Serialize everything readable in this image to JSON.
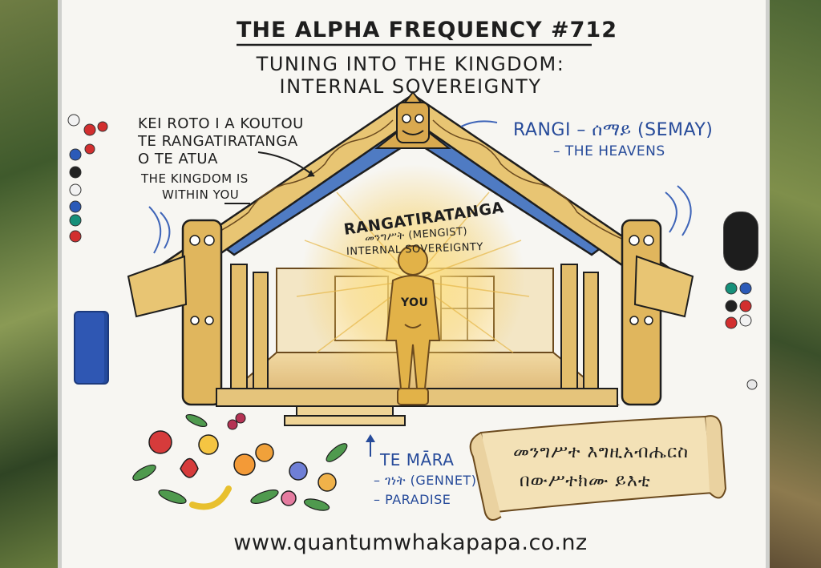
{
  "title": "THE ALPHA FREQUENCY #712",
  "subtitle_line1": "TUNING INTO THE KINGDOM:",
  "subtitle_line2": "INTERNAL SOVEREIGNTY",
  "left_note": {
    "line1": "KEI ROTO I A KOUTOU",
    "line2": "TE RANGATIRATANGA",
    "line3": "O TE ATUA",
    "line4": "THE KINGDOM IS",
    "line5": "WITHIN YOU"
  },
  "rangi": {
    "line1": "RANGI – ሰማይ (SEMAY)",
    "line2": "– THE HEAVENS"
  },
  "center": {
    "word": "RANGATIRATANGA",
    "amharic": "መንግሥት (MENGIST)",
    "english": "INTERNAL SOVEREIGNTY",
    "figure_label": "YOU"
  },
  "te_mara": {
    "line1": "TE MĀRA",
    "line2": "– ገነት (GENNET)",
    "line3": "– PARADISE"
  },
  "scroll": {
    "line1": "መንግሥተ እግዚአብሔርስ",
    "line2": "በውሥተክሙ ይእቲ"
  },
  "url": "www.quantumwhakapapa.co.nz",
  "colors": {
    "ink": "#1e1e1e",
    "blue": "#274b9a",
    "gold": "#d8a93a",
    "board": "#f7f6f2"
  },
  "icons": [
    "whiteboard-magnet",
    "whiteboard-eraser",
    "computer-mouse",
    "fruit-and-flowers"
  ]
}
